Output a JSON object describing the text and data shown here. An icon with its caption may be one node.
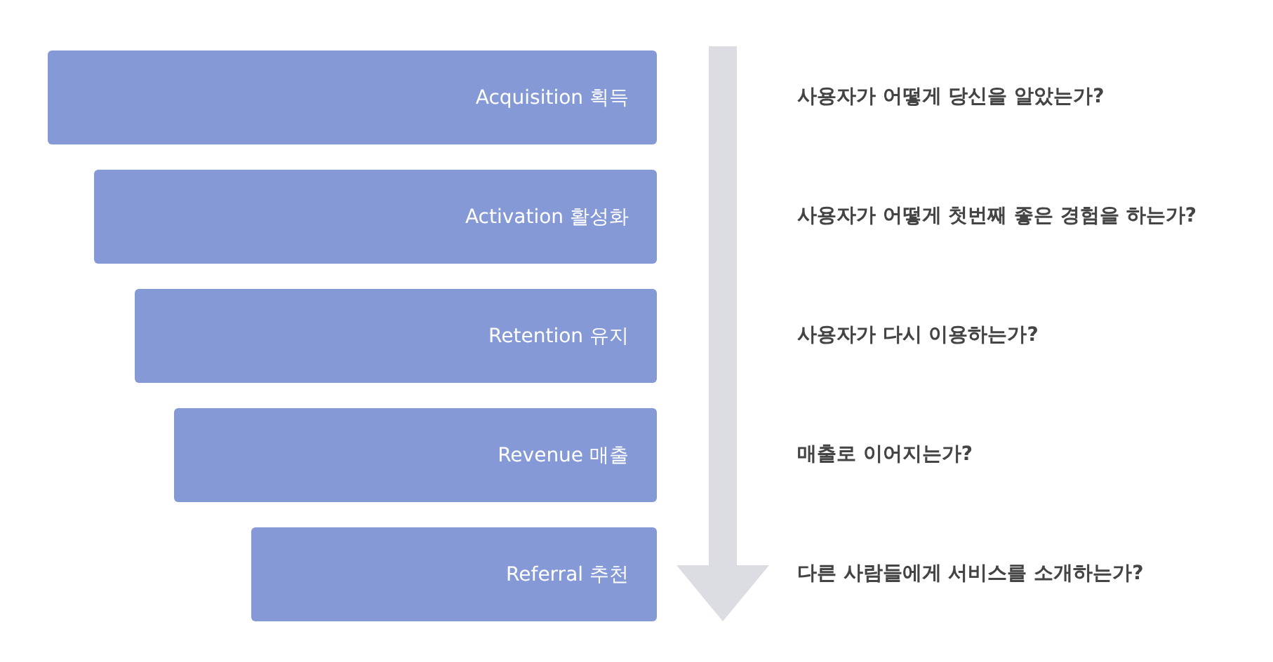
{
  "diagram": {
    "nodes": [
      {
        "text": [
          "Acquisition 획득"
        ]
      },
      {
        "text": [
          "Activation 활성화"
        ]
      },
      {
        "text": [
          "Retention 유지"
        ]
      },
      {
        "text": [
          "Revenue 매출"
        ]
      },
      {
        "text": [
          "Referral 추천"
        ]
      }
    ],
    "labels": [
      "사용자가 어떻게 당신을 알았는가?",
      "사용자가 어떻게 첫번째 좋은 경험을 하는가?",
      "사용자가 다시 이용하는가?",
      "매출로 이어지는가?",
      "다른 사람들에게 서비스를 소개하는가?"
    ]
  }
}
